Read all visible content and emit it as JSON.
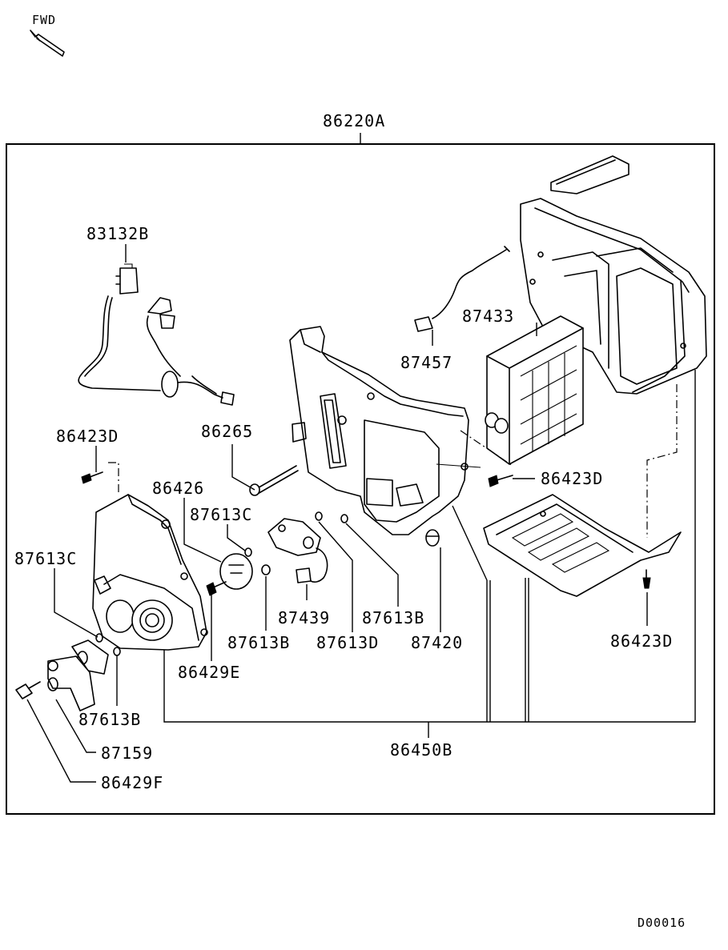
{
  "fwd_label": "FWD",
  "assembly": {
    "main": "86220A",
    "sub": "86450B"
  },
  "labels": {
    "p83132B": "83132B",
    "p86423D_a": "86423D",
    "p86265": "86265",
    "p86426": "86426",
    "p87613C_a": "87613C",
    "p87613C_b": "87613C",
    "p87457": "87457",
    "p87433": "87433",
    "p86423D_b": "86423D",
    "p87439": "87439",
    "p87613B_a": "87613B",
    "p87613B_b": "87613B",
    "p87613D": "87613D",
    "p87420": "87420",
    "p86429E": "86429E",
    "p87613B_c": "87613B",
    "p87159": "87159",
    "p86429F": "86429F",
    "p86423D_c": "86423D"
  },
  "figure_code": "D00016"
}
